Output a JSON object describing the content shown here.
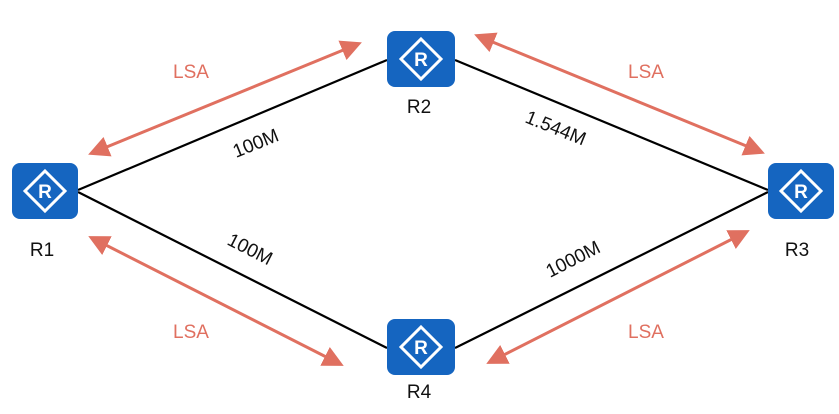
{
  "colors": {
    "router_fill": "#1565c0",
    "router_stroke": "#0d47a1",
    "link": "#000000",
    "lsa": "#e07060",
    "label": "#111111"
  },
  "routers": [
    {
      "id": "R1",
      "label": "R1",
      "icon": "router-icon"
    },
    {
      "id": "R2",
      "label": "R2",
      "icon": "router-icon"
    },
    {
      "id": "R3",
      "label": "R3",
      "icon": "router-icon"
    },
    {
      "id": "R4",
      "label": "R4",
      "icon": "router-icon"
    }
  ],
  "links": [
    {
      "from": "R1",
      "to": "R2",
      "bandwidth": "100M"
    },
    {
      "from": "R2",
      "to": "R3",
      "bandwidth": "1.544M"
    },
    {
      "from": "R1",
      "to": "R4",
      "bandwidth": "100M"
    },
    {
      "from": "R4",
      "to": "R3",
      "bandwidth": "1000M"
    }
  ],
  "lsa": [
    {
      "link": "R1-R2",
      "label": "LSA"
    },
    {
      "link": "R2-R3",
      "label": "LSA"
    },
    {
      "link": "R1-R4",
      "label": "LSA"
    },
    {
      "link": "R4-R3",
      "label": "LSA"
    }
  ],
  "router_glyph": "R"
}
